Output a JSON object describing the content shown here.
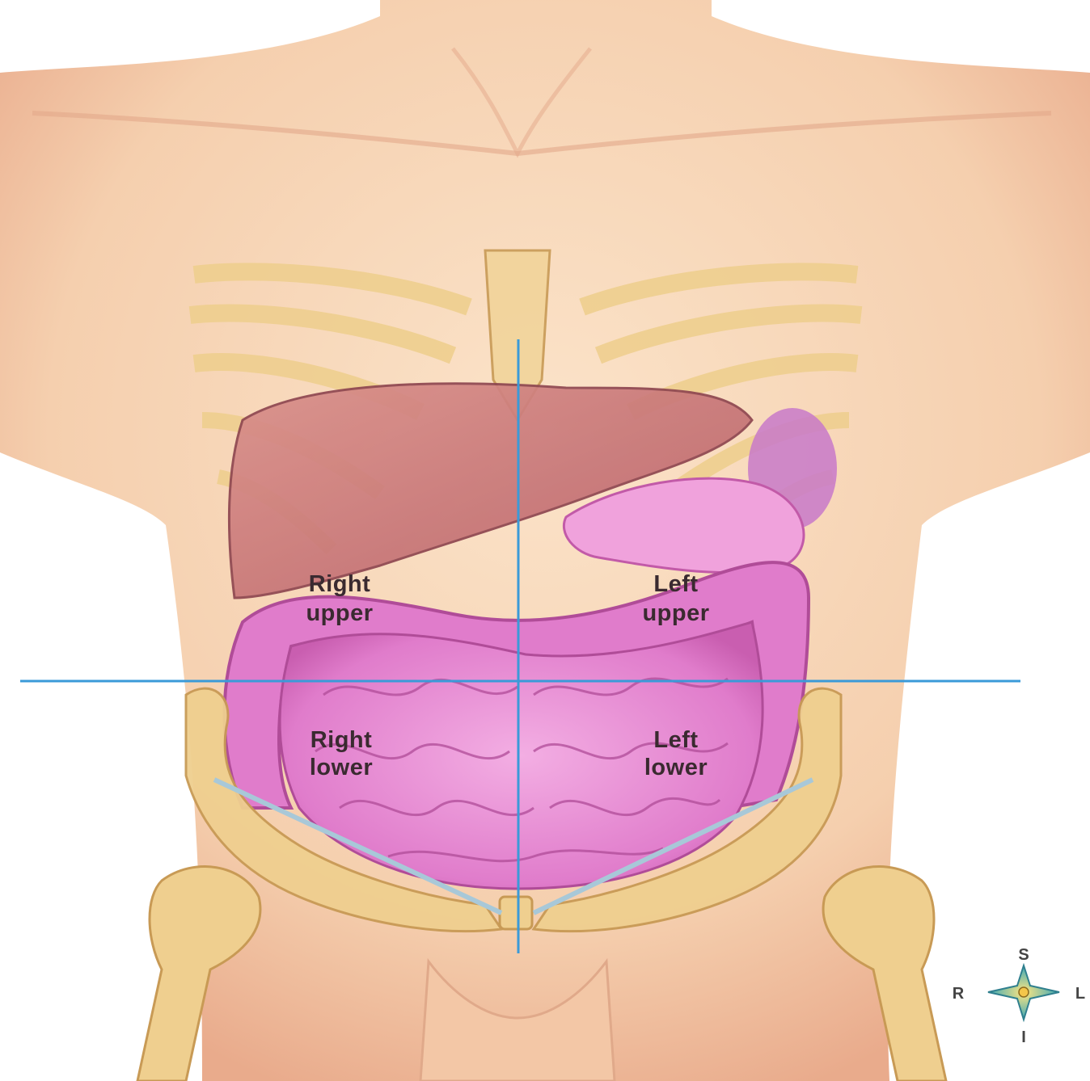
{
  "quadrants": {
    "right_upper": {
      "line1": "Right",
      "line2": "upper"
    },
    "left_upper": {
      "line1": "Left",
      "line2": "upper"
    },
    "right_lower": {
      "line1": "Right",
      "line2": "lower"
    },
    "left_lower": {
      "line1": "Left",
      "line2": "lower"
    }
  },
  "compass": {
    "superior": "S",
    "inferior": "I",
    "right": "R",
    "left": "L"
  },
  "colors": {
    "skin": "#f6d2b0",
    "skin_shadow": "#e8a98a",
    "bone": "#efcf8f",
    "bone_edge": "#c89a55",
    "liver": "#c97a78",
    "intestine": "#e58ad0",
    "intestine_dark": "#c25aa8",
    "stomach": "#ee9ad8",
    "divider_line": "#3a9ad8"
  }
}
